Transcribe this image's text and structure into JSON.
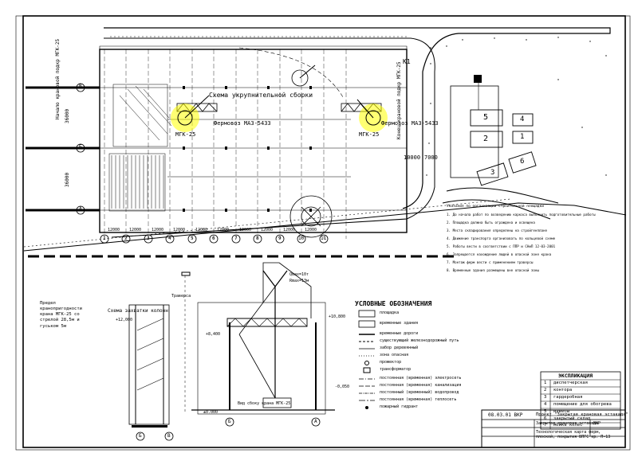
{
  "site_plan": {
    "crane_labels": [
      "МГК-25",
      "МГК-25"
    ],
    "truck_label_1": "Фермовоз МАЗ-5433",
    "truck_label_2": "Фермовоз МАЗ-5433",
    "assembly_note": "Схема укрупнительной сборки",
    "crane_path_left": "Начало крановой подкр МГК-25",
    "crane_path_right": "Конец крановой подкр МГК-25",
    "k1": "К1",
    "dim_top": "36000",
    "dim_left": "36000",
    "dim_right_1": "10000",
    "dim_right_2": "7000",
    "axis_letters": [
      "В",
      "Б",
      "А"
    ],
    "axis_numbers": [
      "1",
      "2",
      "3",
      "4",
      "5",
      "6",
      "7",
      "8",
      "9",
      "10",
      "11"
    ],
    "bay_spacing": [
      "12000",
      "12000",
      "12000",
      "12000",
      "12000",
      "12000",
      "12000",
      "12000",
      "12000",
      "12000"
    ],
    "buildings": [
      "5",
      "4",
      "2",
      "1",
      "3",
      "6"
    ]
  },
  "sections": {
    "left_note": "Предел кранопригодности крана МГК-25 со стрелой 28,5м и гуськом 5м",
    "frame_title": "Схема захватки колонн",
    "sling_label": "Траверса",
    "elev_1": "+12,000",
    "elev_2": "+10,800",
    "elev_3": "±0.000",
    "elev_4": "-0,050",
    "elev_5": "+8,400",
    "section_axes": [
      "Б",
      "А"
    ],
    "crane_note_1": "Qmax=10т",
    "crane_note_2": "Rmax=13м",
    "caption_bottom": "Вид сбоку крана МГК-25",
    "left_axes": [
      "Б",
      "В"
    ]
  },
  "legend": {
    "title": "УСЛОВНЫЕ ОБОЗНАЧЕНИЯ",
    "items": [
      "площадка",
      "временные здания",
      "временные дороги",
      "существующий железнодорожный путь",
      "забор деревянный",
      "зона опасная",
      "прожектор",
      "трансформатор",
      "постоянная (временная) электросеть",
      "постоянная (временная) канализация",
      "постоянный (временный) водопровод",
      "постоянная (временная) теплосеть",
      "пожарный гидрант"
    ]
  },
  "explication": {
    "title": "ЭКСПЛИКАЦИЯ",
    "rows": [
      {
        "n": "1",
        "name": "диспетчерская"
      },
      {
        "n": "2",
        "name": "контора"
      },
      {
        "n": "3",
        "name": "гардеробная"
      },
      {
        "n": "4",
        "name": "помещение для обогрева"
      },
      {
        "n": "5",
        "name": "навесы"
      },
      {
        "n": "6",
        "name": "закрытый склад"
      },
      {
        "n": "7",
        "name": "мойка колес"
      }
    ]
  },
  "notes": {
    "heading": "Указания по организации строительной площадки",
    "lines": [
      "1. До начала работ по возведению каркаса выполнить подготовительные работы",
      "2. Площадка должна быть ограждена и освещена",
      "3. Места складирования определены на стройгенплане",
      "4. Движение транспорта организовать по кольцевой схеме",
      "5. Работы вести в соответствии с ППР и СНиП 12-03-2001",
      "6. Запрещается нахождение людей в опасной зоне крана",
      "7. Монтаж ферм вести с применением траверсы",
      "8. Временные здания размещены вне опасной зоны"
    ]
  },
  "title_block": {
    "code": "08.03.01 ВКР",
    "project": "Проект \"Закрытая крановая эстакада\"",
    "sheet_title": "Технологическая карта ферм, плоской, покрытия ВПГС кр. П-13",
    "stage": "ВКР",
    "building": "Закрытая крановая эстакада"
  }
}
